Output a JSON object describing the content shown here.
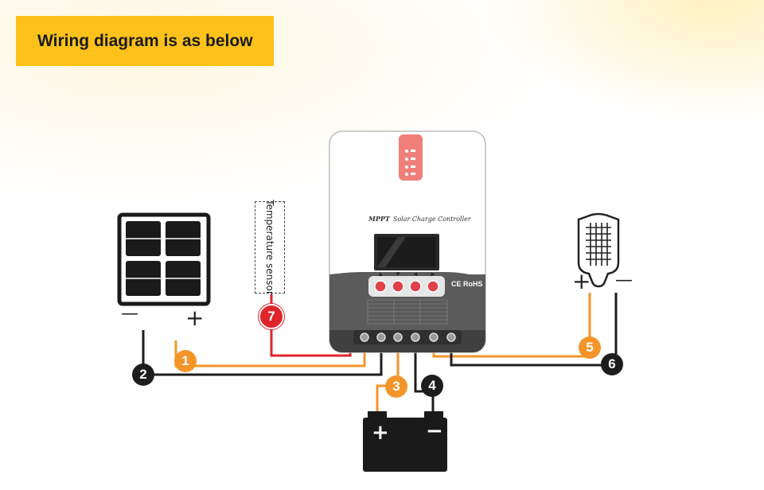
{
  "title": "Wiring diagram is as below",
  "controller": {
    "brand": "MPPT",
    "model": "Solar Charge Controller",
    "cert": "CE RoHS",
    "buttons": [
      "▲",
      "▼",
      "◄",
      "►"
    ]
  },
  "sensor": {
    "label": "Temperature sensor"
  },
  "solar_panel": {
    "minus": "—",
    "plus": "+"
  },
  "load": {
    "plus": "+",
    "minus": "—"
  },
  "battery": {
    "plus": "+",
    "minus": "−"
  },
  "badges": [
    "1",
    "2",
    "3",
    "4",
    "5",
    "6",
    "7"
  ],
  "colors": {
    "title_bg": "#fcc21b",
    "positive_wire": "#f39529",
    "negative_wire": "#1d1d1d",
    "sensor_wire": "#e0242c",
    "controller_top": "#ffffff",
    "controller_bottom": "#555555",
    "led_panel": "#f07f7a"
  }
}
